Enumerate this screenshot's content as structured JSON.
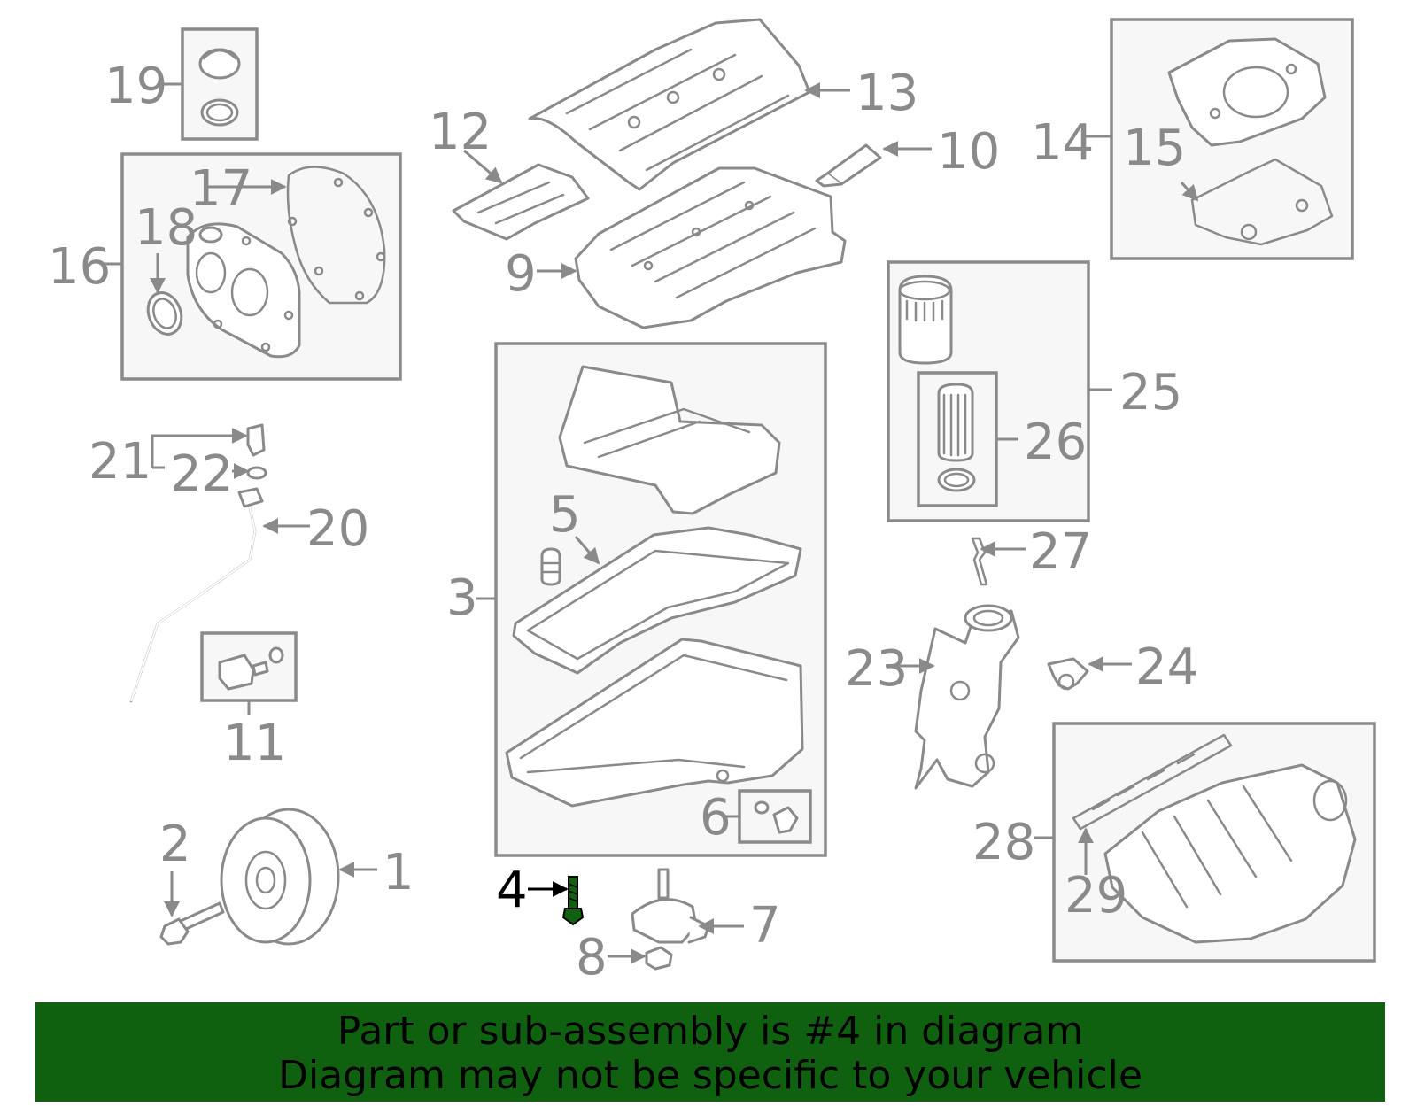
{
  "diagram": {
    "highlighted_part": "4",
    "colors": {
      "line": "#8a8a8a",
      "highlight": "#000000",
      "box_fill": "#f7f7f7",
      "banner_bg": "#0f6110",
      "part_green": "#0f6110"
    }
  },
  "callouts": {
    "c1": "1",
    "c2": "2",
    "c3": "3",
    "c4": "4",
    "c5": "5",
    "c6": "6",
    "c7": "7",
    "c8": "8",
    "c9": "9",
    "c10": "10",
    "c11": "11",
    "c12": "12",
    "c13": "13",
    "c14": "14",
    "c15": "15",
    "c16": "16",
    "c17": "17",
    "c18": "18",
    "c19": "19",
    "c20": "20",
    "c21": "21",
    "c22": "22",
    "c23": "23",
    "c24": "24",
    "c25": "25",
    "c26": "26",
    "c27": "27",
    "c28": "28",
    "c29": "29"
  },
  "banner": {
    "line1": "Part or sub-assembly is #4 in diagram",
    "line2": "Diagram may not be specific to your vehicle"
  }
}
